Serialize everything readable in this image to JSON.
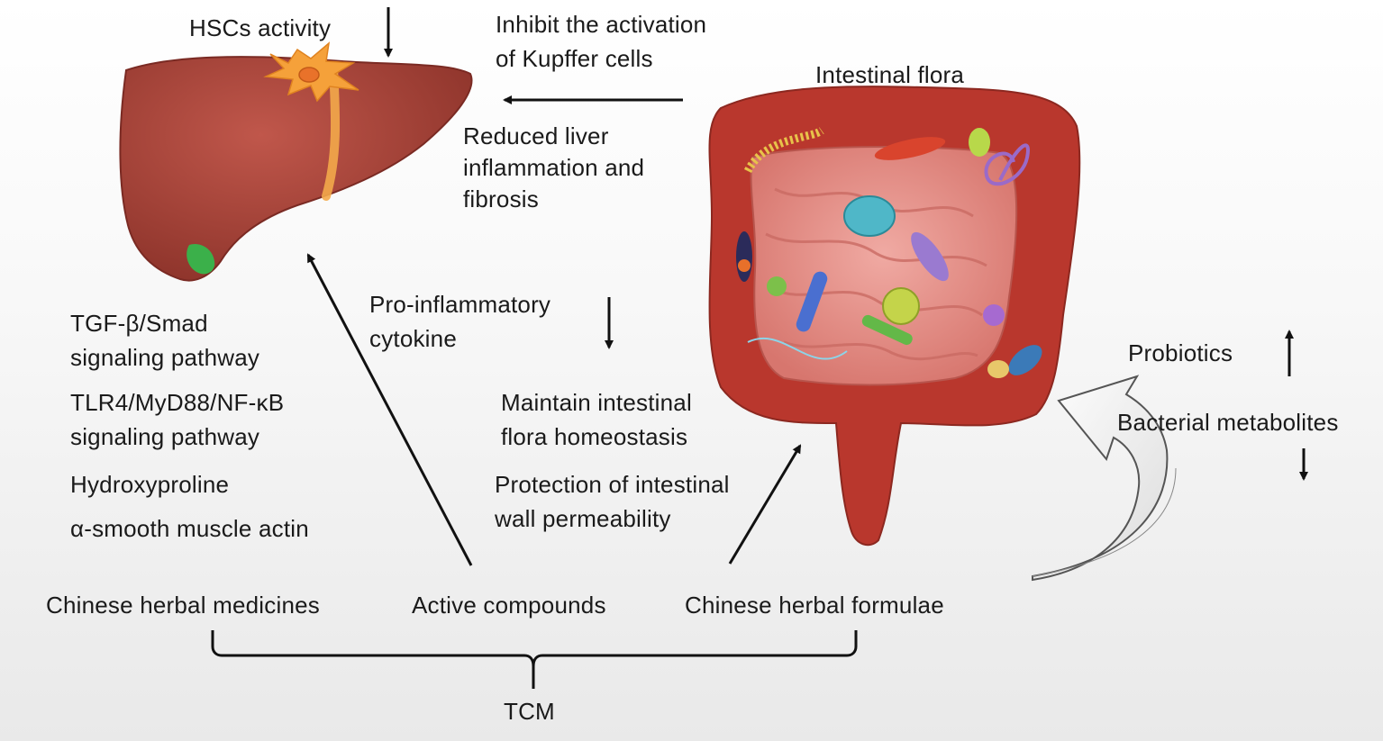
{
  "labels": {
    "hsc_activity": "HSCs activity",
    "kupffer": [
      "Inhibit the activation",
      "of Kupffer cells"
    ],
    "reduced": [
      "Reduced liver",
      "inflammation and",
      "fibrosis"
    ],
    "intestinal_flora": "Intestinal flora",
    "tgf": [
      "TGF-β/Smad",
      "signaling pathway"
    ],
    "tlr4": [
      "TLR4/MyD88/NF-κB",
      "signaling pathway"
    ],
    "hydroxyproline": "Hydroxyproline",
    "asma": "α-smooth muscle actin",
    "proinflammatory": [
      "Pro-inflammatory",
      "cytokine"
    ],
    "maintain": [
      "Maintain intestinal",
      "flora homeostasis"
    ],
    "protection": [
      "Protection of intestinal",
      "wall permeability"
    ],
    "probiotics": "Probiotics",
    "bacterial_metabolites": "Bacterial metabolites",
    "herbal_medicines": "Chinese herbal medicines",
    "active_compounds": "Active compounds",
    "herbal_formulae": "Chinese herbal formulae",
    "tcm": "TCM"
  },
  "colors": {
    "liver": "#a8433a",
    "liver_shade": "#8a3129",
    "hsc": "#f5a13a",
    "gallbladder": "#3bb04a",
    "intestine": "#b9372d",
    "intestine_inner": "#e38d86",
    "arrow": "#111111"
  },
  "icons": [
    "down-arrow-icon",
    "up-arrow-icon",
    "left-arrow-icon",
    "curved-arrow-icon",
    "bracket-icon"
  ]
}
